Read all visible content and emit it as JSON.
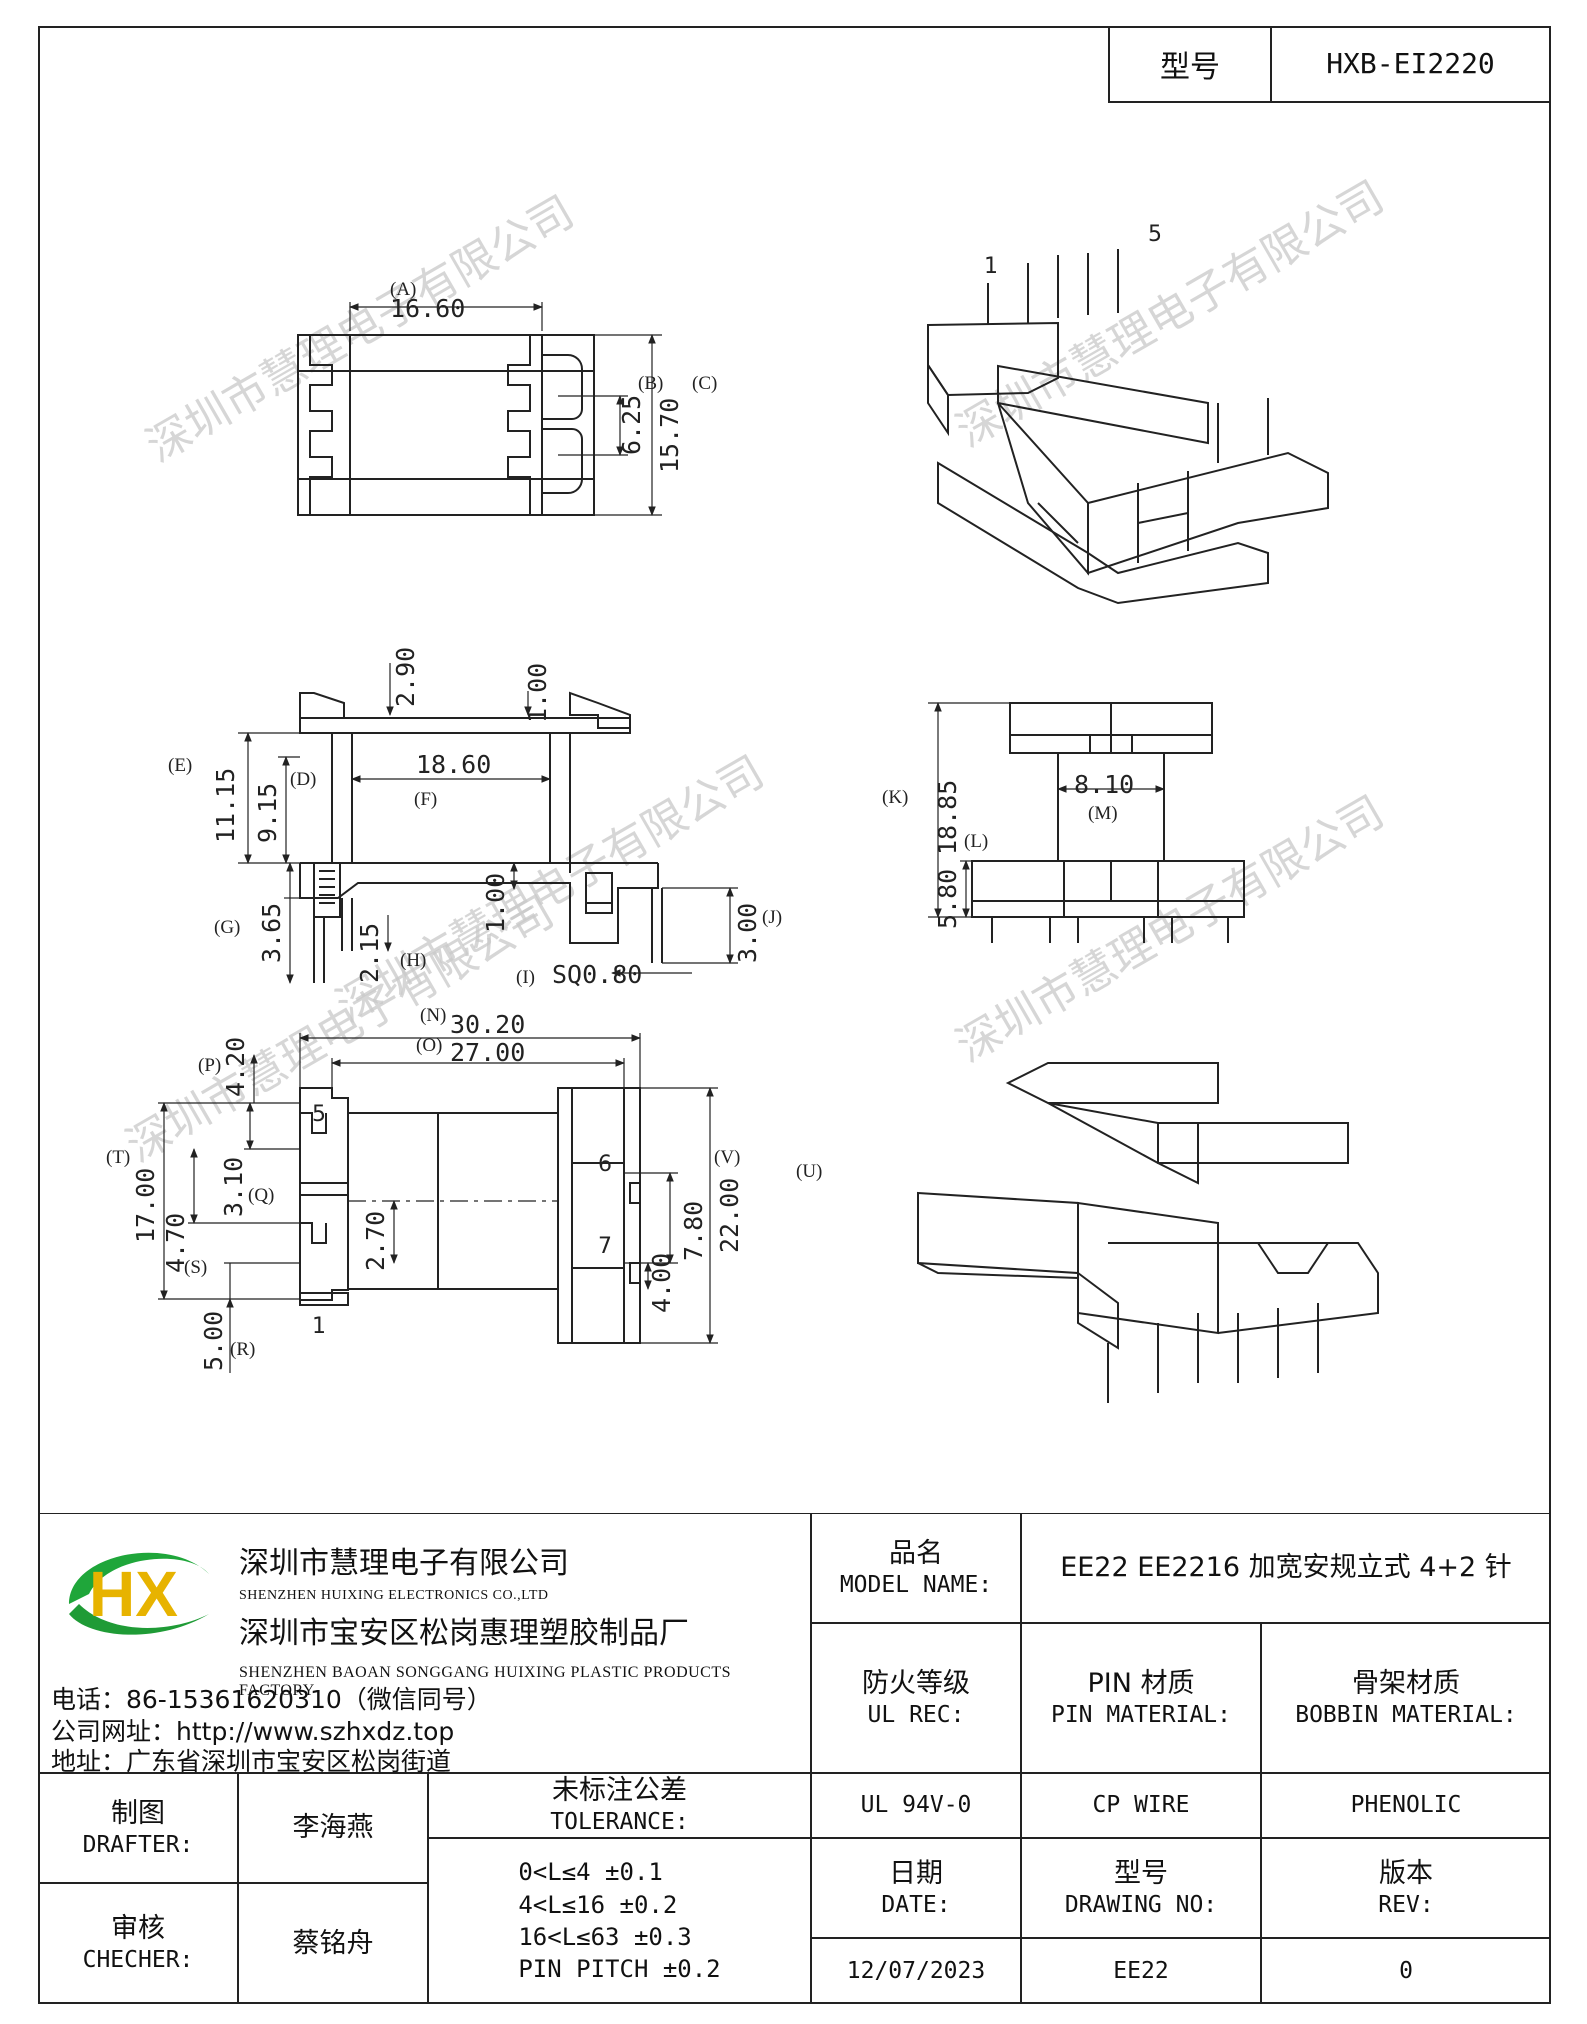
{
  "header": {
    "model_label": "型号",
    "model_value": "HXB-EI2220"
  },
  "watermark": "深圳市慧理电子有限公司",
  "drawing": {
    "top_view": {
      "A_label": "(A)",
      "A": "16.60",
      "B_label": "(B)",
      "B": "6.25",
      "C_label": "(C)",
      "C": "15.70"
    },
    "side_view": {
      "d290": "2.90",
      "d100a": "1.00",
      "E_label": "(E)",
      "E": "11.15",
      "D_label": "(D)",
      "D": "9.15",
      "F_label": "(F)",
      "F": "18.60",
      "d100b": "1.00",
      "G_label": "(G)",
      "G": "3.65",
      "H_label": "(H)",
      "H": "2.15",
      "I_label": "(I)",
      "I": "SQ0.80",
      "J_label": "(J)",
      "J": "3.00"
    },
    "end_view": {
      "K_label": "(K)",
      "K": "18.85",
      "L_label": "(L)",
      "L": "5.80",
      "M_label": "(M)",
      "M": "8.10"
    },
    "bottom_view": {
      "N_label": "(N)",
      "N": "30.20",
      "O_label": "(O)",
      "O": "27.00",
      "P_label": "(P)",
      "P": "4.20",
      "T_label": "(T)",
      "T": "17.00",
      "Q_label": "(Q)",
      "Q": "3.10",
      "S_label": "(S)",
      "S": "4.70",
      "R_label": "(R)",
      "R": "5.00",
      "d270": "2.70",
      "V_label": "(V)",
      "V": "7.80",
      "d400": "4.00",
      "U_label": "(U)",
      "U": "22.00",
      "pin1": "1",
      "pin5": "5",
      "pin6": "6",
      "pin7": "7"
    },
    "iso_top": {
      "pin1": "1",
      "pin5": "5"
    }
  },
  "title_block": {
    "company_cn_1": "深圳市慧理电子有限公司",
    "company_en_1": "SHENZHEN HUIXING ELECTRONICS CO.,LTD",
    "company_cn_2": "深圳市宝安区松岗惠理塑胶制品厂",
    "company_en_2": "SHENZHEN BAOAN SONGGANG HUIXING PLASTIC PRODUCTS FACTORY",
    "phone": "电话：86-15361620310（微信同号）",
    "website": "公司网址：http://www.szhxdz.top",
    "address": "地址：广东省深圳市宝安区松岗街道",
    "logo_text": "HX",
    "model_name_cn": "品名",
    "model_name_en": "MODEL NAME:",
    "model_name_value": "EE22 EE2216 加宽安规立式 4+2 针",
    "ul_rec_cn": "防火等级",
    "ul_rec_en": "UL REC:",
    "pin_mat_cn": "PIN 材质",
    "pin_mat_en": "PIN MATERIAL:",
    "bobbin_mat_cn": "骨架材质",
    "bobbin_mat_en": "BOBBIN MATERIAL:",
    "ul_value": "UL 94V-0",
    "pin_value": "CP WIRE",
    "bobbin_value": "PHENOLIC",
    "drafter_cn": "制图",
    "drafter_en": "DRAFTER:",
    "drafter_name": "李海燕",
    "checker_cn": "审核",
    "checker_en": "CHECHER:",
    "checker_name": "蔡铭舟",
    "tolerance_cn": "未标注公差",
    "tolerance_en": "TOLERANCE:",
    "tolerances": [
      "0<L≤4  ±0.1",
      "4<L≤16 ±0.2",
      "16<L≤63 ±0.3",
      "PIN PITCH ±0.2"
    ],
    "date_cn": "日期",
    "date_en": "DATE:",
    "drawing_no_cn": "型号",
    "drawing_no_en": "DRAWING NO:",
    "rev_cn": "版本",
    "rev_en": "REV:",
    "date_value": "12/07/2023",
    "drawing_no_value": "EE22",
    "rev_value": "0"
  }
}
